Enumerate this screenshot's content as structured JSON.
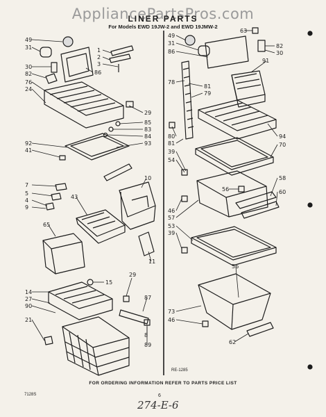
{
  "header": {
    "watermark": "AppliancePartsPros.com",
    "title": "LINER PARTS",
    "subtitle": "For Models EWD 19JW-2 and EWD 19JMW-2"
  },
  "footer": {
    "note": "FOR ORDERING INFORMATION REFER TO PARTS PRICE LIST",
    "page_number": "6",
    "handwritten": "274-E-6",
    "code_left": "7128S",
    "diagram_ref": "RE-1285"
  },
  "callouts": [
    "49",
    "31",
    "1",
    "2",
    "3",
    "30",
    "82",
    "86",
    "76",
    "24",
    "29",
    "85",
    "83",
    "84",
    "93",
    "92",
    "41",
    "10",
    "7",
    "5",
    "4",
    "9",
    "43",
    "65",
    "11",
    "15",
    "14",
    "27",
    "90",
    "29",
    "87",
    "21",
    "8",
    "89",
    "49",
    "31",
    "63",
    "86",
    "82",
    "30",
    "91",
    "78",
    "81",
    "79",
    "80",
    "81",
    "39",
    "54",
    "94",
    "70",
    "58",
    "56",
    "60",
    "46",
    "57",
    "53",
    "39",
    "56",
    "73",
    "46",
    "62"
  ],
  "colors": {
    "paper": "#f4f1ea",
    "ink": "#1c1c1c",
    "watermark": "#9a9a9a"
  }
}
